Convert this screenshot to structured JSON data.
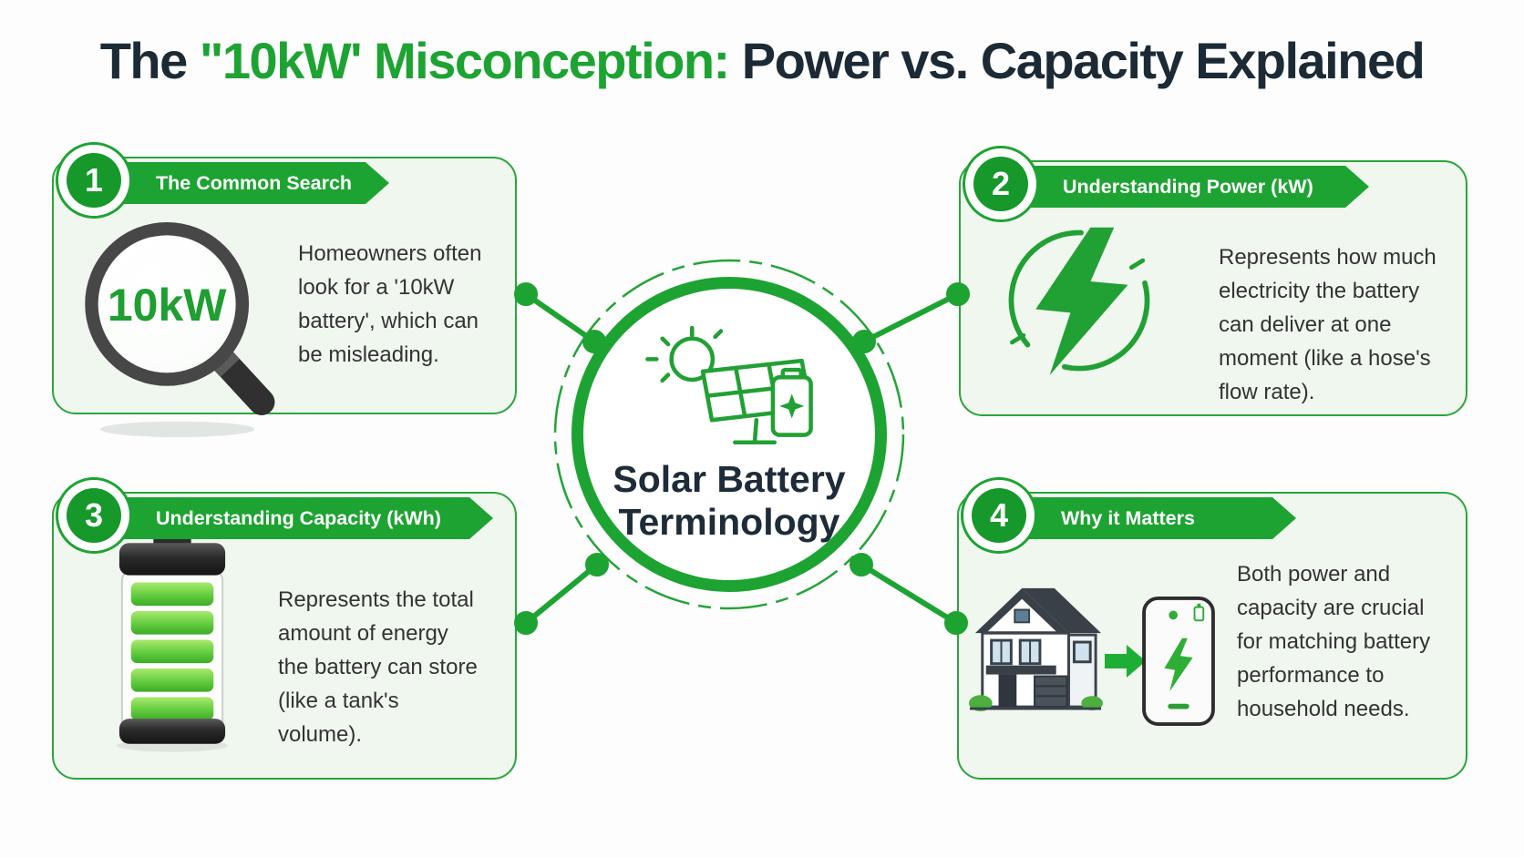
{
  "title": {
    "prefix": "The ",
    "highlight": "\"10kW' Misconception:",
    "suffix": " Power vs. Capacity Explained"
  },
  "center": {
    "title_line1": "Solar Battery",
    "title_line2": "Terminology",
    "icon": "solar-panel-sun-battery-icon"
  },
  "cards": [
    {
      "number": "1",
      "heading": "The Common Search",
      "body_lines": [
        "Homeowners often",
        "look for a '10kW",
        "battery', which can",
        "be misleading."
      ],
      "icon": "magnifying-glass-icon",
      "icon_label": "10kW"
    },
    {
      "number": "2",
      "heading": "Understanding Power (kW)",
      "body_lines": [
        "Represents how much",
        "electricity the battery",
        "can deliver at one",
        "moment (like a hose's",
        "flow rate)."
      ],
      "icon": "lightning-bolt-icon"
    },
    {
      "number": "3",
      "heading": "Understanding Capacity (kWh)",
      "body_lines": [
        "Represents the total",
        "amount of energy",
        "the battery can store",
        "(like a tank's volume)."
      ],
      "icon": "battery-level-icon"
    },
    {
      "number": "4",
      "heading": "Why it Matters",
      "body_lines": [
        "Both power and",
        "capacity are crucial",
        "for matching battery",
        "performance to",
        "household needs."
      ],
      "icon": "house-to-battery-icon"
    }
  ],
  "colors": {
    "green": "#1da332",
    "dark_text": "#1c2a36",
    "card_bg": "#f0f7ef"
  }
}
